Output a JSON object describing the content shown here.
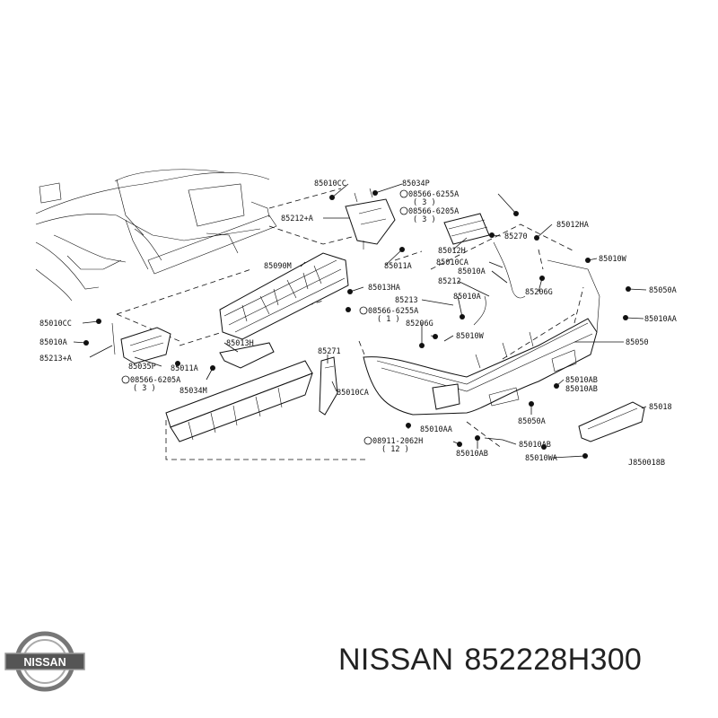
{
  "diagram": {
    "ref_code": "J850018B",
    "labels": [
      {
        "id": "l1",
        "text": "85010CC"
      },
      {
        "id": "l2",
        "text": "85034P"
      },
      {
        "id": "l3",
        "text": "08566-6255A"
      },
      {
        "id": "l4",
        "text": "( 3 )"
      },
      {
        "id": "l5",
        "text": "85212+A"
      },
      {
        "id": "l6",
        "text": "08566-6205A"
      },
      {
        "id": "l7",
        "text": "( 3 )"
      },
      {
        "id": "l8",
        "text": "85012HA"
      },
      {
        "id": "l9",
        "text": "85012H"
      },
      {
        "id": "l10",
        "text": "85270"
      },
      {
        "id": "l11",
        "text": "85011A"
      },
      {
        "id": "l12",
        "text": "85090M"
      },
      {
        "id": "l13",
        "text": "85010CA"
      },
      {
        "id": "l14",
        "text": "85010W"
      },
      {
        "id": "l15",
        "text": "85010A"
      },
      {
        "id": "l16",
        "text": "85212"
      },
      {
        "id": "l17",
        "text": "85206G"
      },
      {
        "id": "l18",
        "text": "85050A"
      },
      {
        "id": "l19",
        "text": "85013HA"
      },
      {
        "id": "l20",
        "text": "85213"
      },
      {
        "id": "l21",
        "text": "85010A"
      },
      {
        "id": "l22",
        "text": "85010AA"
      },
      {
        "id": "l23",
        "text": "08566-6255A"
      },
      {
        "id": "l24",
        "text": "( 1 )"
      },
      {
        "id": "l25",
        "text": "85206G"
      },
      {
        "id": "l26",
        "text": "85010CC"
      },
      {
        "id": "l27",
        "text": "85010A"
      },
      {
        "id": "l28",
        "text": "85010W"
      },
      {
        "id": "l29",
        "text": "85050"
      },
      {
        "id": "l30",
        "text": "85013H"
      },
      {
        "id": "l31",
        "text": "85271"
      },
      {
        "id": "l32",
        "text": "85213+A"
      },
      {
        "id": "l33",
        "text": "85035P"
      },
      {
        "id": "l34",
        "text": "85011A"
      },
      {
        "id": "l35",
        "text": "08566-6205A"
      },
      {
        "id": "l36",
        "text": "( 3 )"
      },
      {
        "id": "l37",
        "text": "85034M"
      },
      {
        "id": "l38",
        "text": "85010CA"
      },
      {
        "id": "l39",
        "text": "85010AB"
      },
      {
        "id": "l40",
        "text": "85010AB"
      },
      {
        "id": "l41",
        "text": "85018"
      },
      {
        "id": "l42",
        "text": "85050A"
      },
      {
        "id": "l43",
        "text": "85010AA"
      },
      {
        "id": "l44",
        "text": "08911-2062H"
      },
      {
        "id": "l45",
        "text": "( 12 )"
      },
      {
        "id": "l46",
        "text": "85010AB"
      },
      {
        "id": "l47",
        "text": "85010AB"
      },
      {
        "id": "l48",
        "text": "85010WA"
      }
    ]
  },
  "logo": {
    "text": "NISSAN"
  },
  "footer": {
    "brand": "NISSAN",
    "part_number": "852228H300"
  }
}
